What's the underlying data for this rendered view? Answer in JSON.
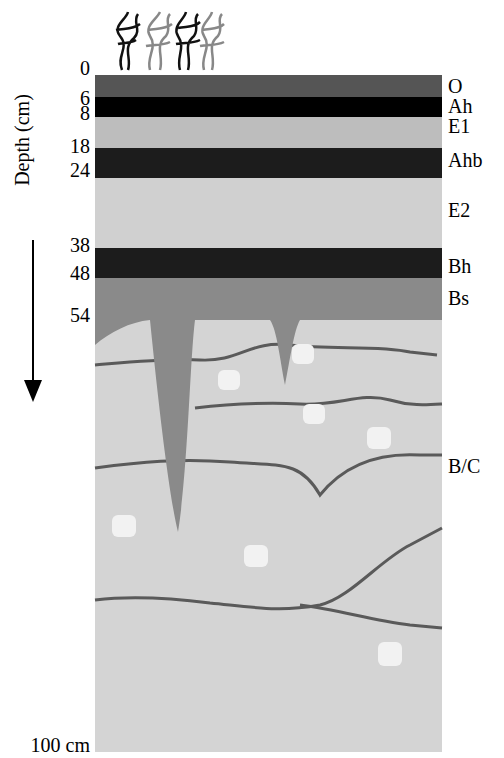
{
  "diagram": {
    "nodes": [
      {
        "text": [
          "O"
        ]
      },
      {
        "text": [
          "Ah"
        ]
      },
      {
        "text": [
          "E1"
        ]
      },
      {
        "text": [
          "Ahb"
        ]
      },
      {
        "text": [
          "E2"
        ]
      },
      {
        "text": [
          "Bh"
        ]
      },
      {
        "text": [
          "Bs"
        ]
      },
      {
        "text": [
          "B/C"
        ]
      }
    ],
    "labels": [
      "Depth (cm)",
      "0",
      "6",
      "8",
      "18",
      "24",
      "38",
      "48",
      "54",
      "100 cm"
    ]
  }
}
